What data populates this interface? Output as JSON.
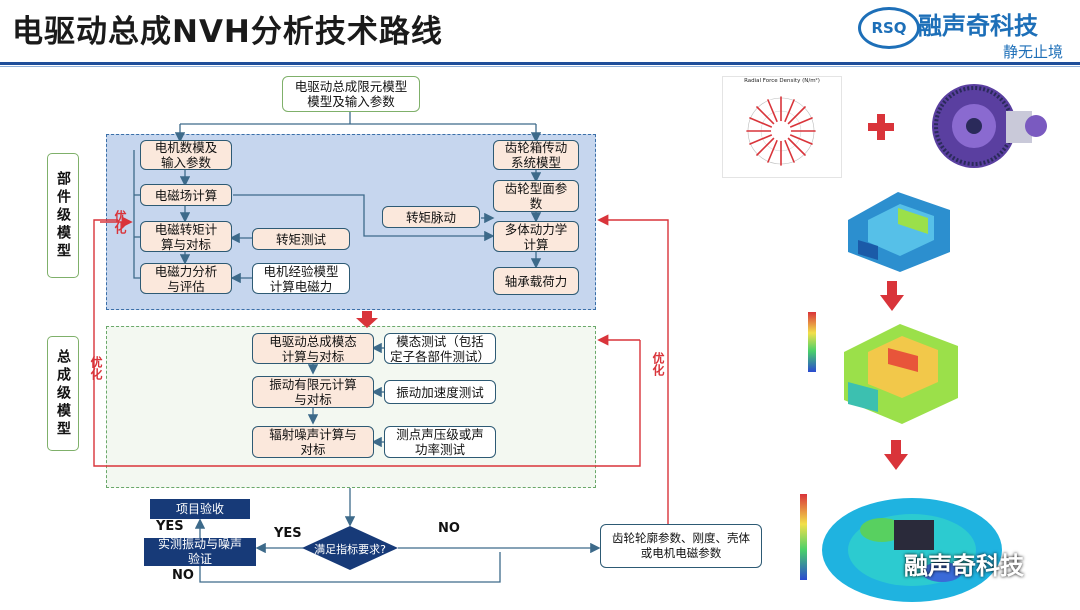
{
  "header": {
    "title": "电驱动总成NVH分析技术路线",
    "logo_mark": "RSQ",
    "brand_name": "融声奇科技",
    "brand_slogan": "静无止境"
  },
  "flow": {
    "top_input": "电驱动总成限元模型\n模型及输入参数",
    "side_component": "部件级模型",
    "side_assembly": "总成级模型",
    "optimize_label": "优化",
    "motor_col": [
      "电机数模及\n输入参数",
      "电磁场计算",
      "电磁转矩计\n算与对标",
      "电磁力分析\n与评估"
    ],
    "torque_test": "转矩测试",
    "motor_exp_model": "电机经验模型\n计算电磁力",
    "torque_ripple": "转矩脉动",
    "gear_col": [
      "齿轮箱传动\n系统模型",
      "齿轮型面参\n数",
      "多体动力学\n计算",
      "轴承载荷力"
    ],
    "assembly_col": [
      "电驱动总成模态\n计算与对标",
      "振动有限元计算\n与对标",
      "辐射噪声计算与\n对标"
    ],
    "test_col": [
      "模态测试（包括\n定子各部件测试）",
      "振动加速度测试",
      "测点声压级或声\n功率测试"
    ],
    "decision": "满足指标要求?",
    "yes": "YES",
    "no": "NO",
    "project_accept": "项目验收",
    "measure_verify": "实测振动与噪声\n验证",
    "params_box": "齿轮轮廓参数、刚度、壳体\n或电机电磁参数"
  },
  "images": {
    "radial_title": "Radial Force Density (N/m²)",
    "watermark": "融声奇科技"
  },
  "colors": {
    "accent": "#1d6fb8",
    "navy": "#173a78",
    "red": "#d9343a",
    "blue_region": "#c6d6ee",
    "pink_box": "#fbe8dc"
  }
}
